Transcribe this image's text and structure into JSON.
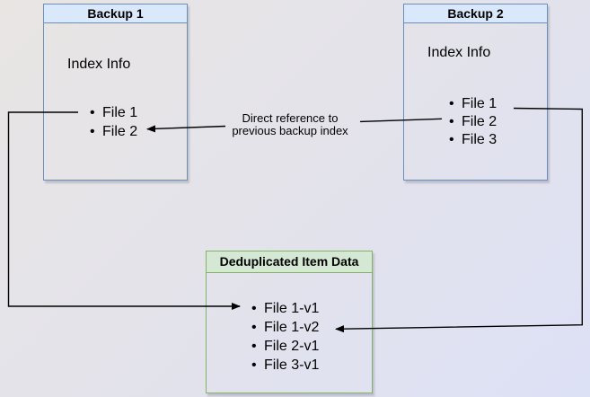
{
  "diagram": {
    "backup1": {
      "title": "Backup 1",
      "subtitle": "Index Info",
      "files": [
        "File 1",
        "File 2"
      ]
    },
    "backup2": {
      "title": "Backup 2",
      "subtitle": "Index Info",
      "files": [
        "File 1",
        "File 2",
        "File 3"
      ]
    },
    "dedup": {
      "title": "Deduplicated Item Data",
      "files": [
        "File 1-v1",
        "File 1-v2",
        "File 2-v1",
        "File 3-v1"
      ]
    },
    "edge_label": {
      "line1": "Direct reference to",
      "line2": "previous backup index"
    }
  },
  "colors": {
    "backup_box_border": "#6c8ebf",
    "backup_header_fill": "#dae8fc",
    "dedup_box_border": "#82b366",
    "dedup_header_fill": "#d5e8d4",
    "arrow": "#000000",
    "text": "#000000"
  }
}
